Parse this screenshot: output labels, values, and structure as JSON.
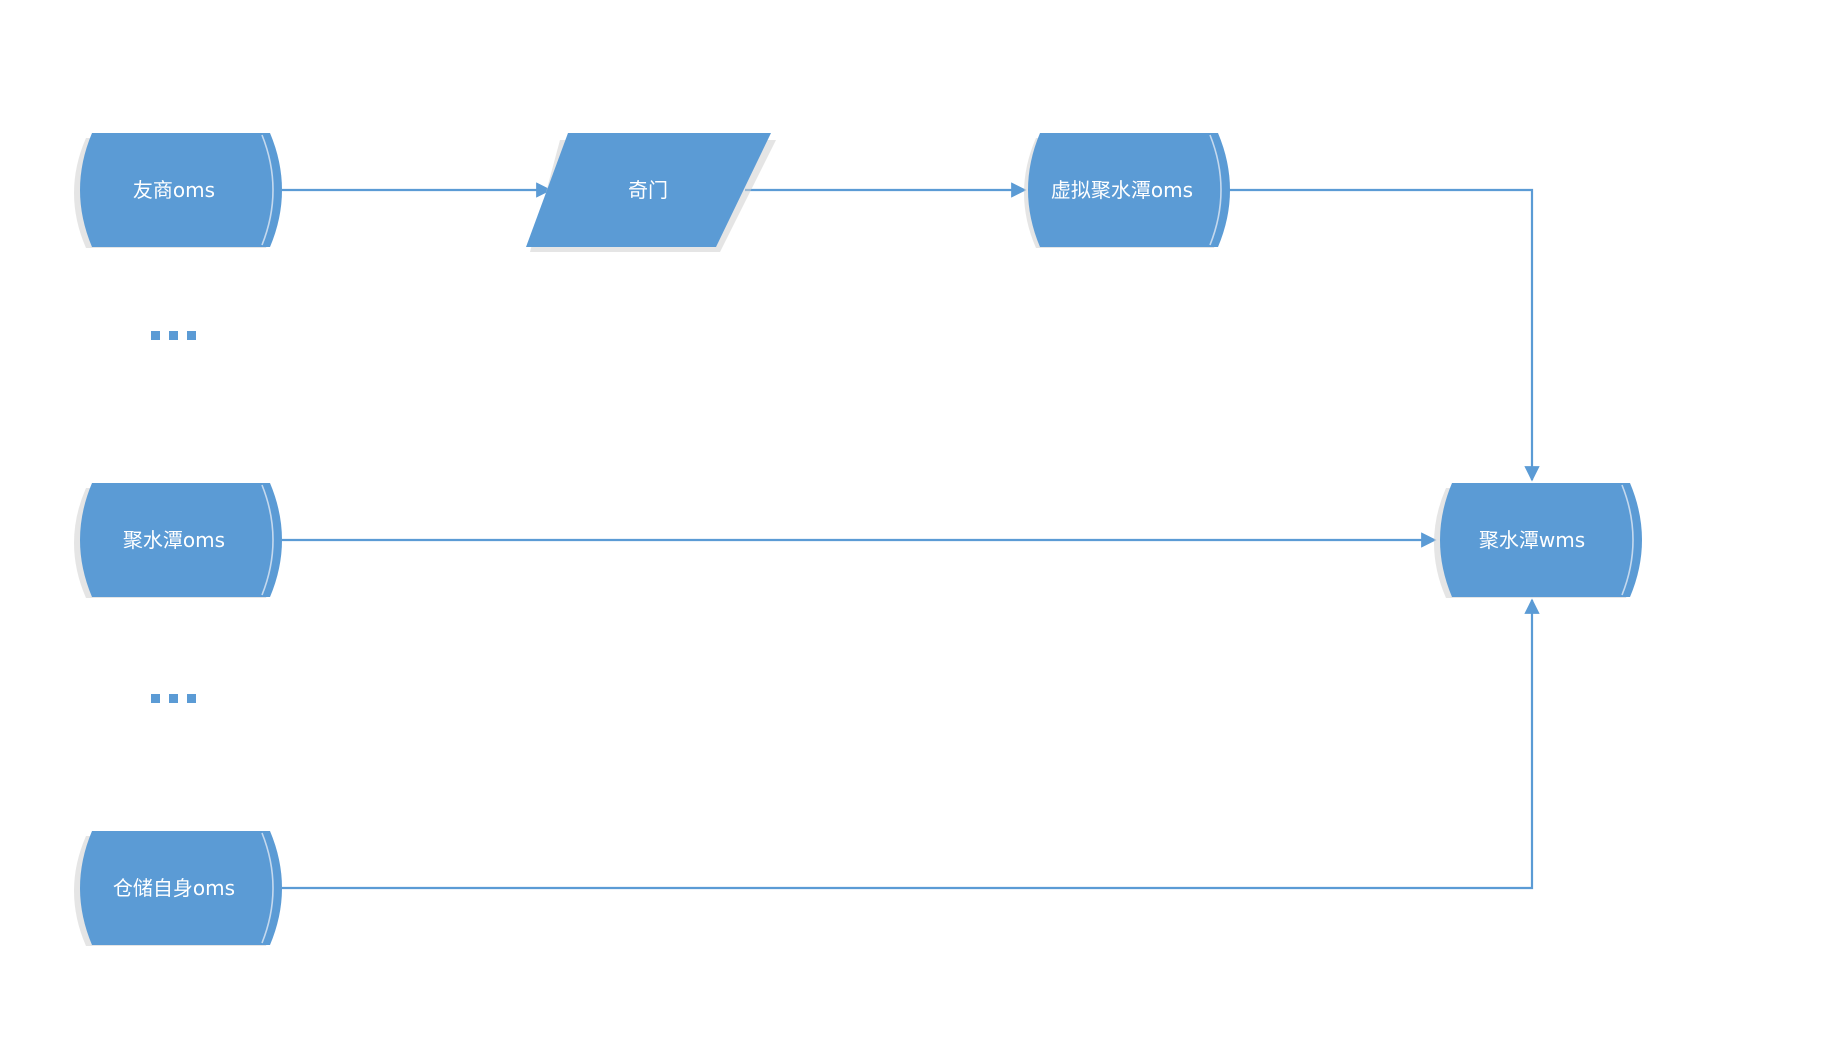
{
  "nodes": {
    "youshang_oms": {
      "label": "友商oms"
    },
    "qimen": {
      "label": "奇门"
    },
    "virtual_jst_oms": {
      "label": "虚拟聚水潭oms"
    },
    "jst_oms": {
      "label": "聚水潭oms"
    },
    "warehouse_oms": {
      "label": "仓储自身oms"
    },
    "jst_wms": {
      "label": "聚水潭wms"
    }
  },
  "colors": {
    "node_fill": "#5b9bd5",
    "connector": "#5b9bd5",
    "label_text": "#ffffff"
  }
}
